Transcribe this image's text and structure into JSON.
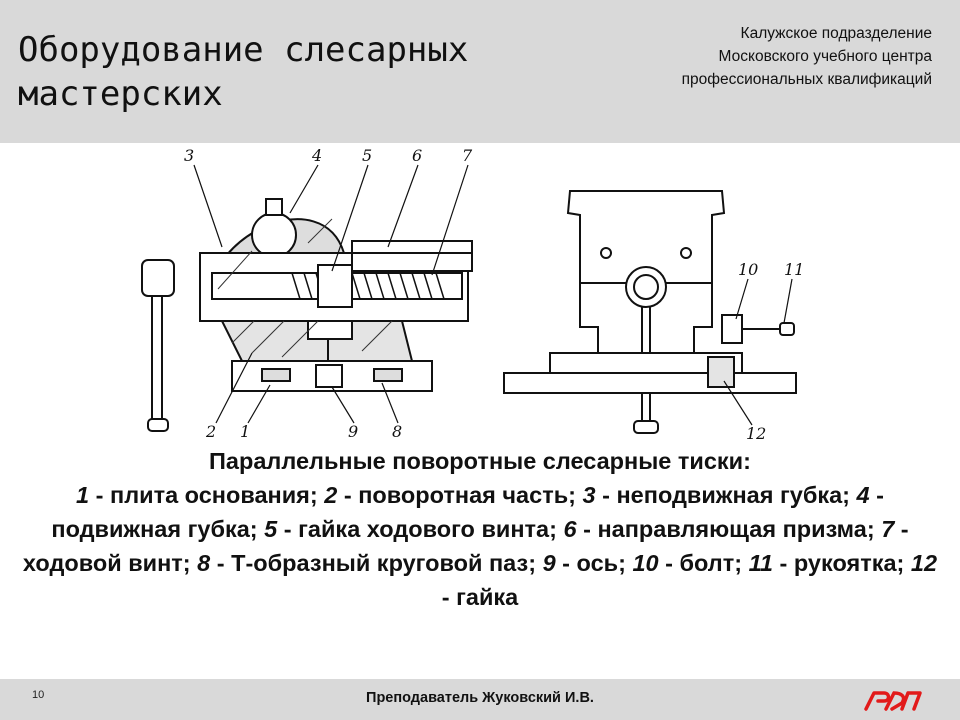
{
  "header": {
    "title_line1": "Оборудование слесарных",
    "title_line2": "мастерских",
    "org_line1": "Калужское подразделение",
    "org_line2": "Московского учебного центра",
    "org_line3": "профессиональных квалификаций"
  },
  "figure": {
    "callouts_left": [
      "3",
      "4",
      "5",
      "6",
      "7",
      "2",
      "1",
      "9",
      "8"
    ],
    "callouts_right": [
      "10",
      "11",
      "12"
    ]
  },
  "caption": {
    "heading": "Параллельные поворотные слесарные тиски:",
    "items": [
      {
        "num": "1",
        "sep": " - ",
        "text": "плита основания;"
      },
      {
        "num": "2",
        "sep": " - ",
        "text": "поворотная часть;"
      },
      {
        "num": "3",
        "sep": " - ",
        "text": "неподвижная губка;"
      },
      {
        "num": "4",
        "sep": " - ",
        "text": "подвижная губка;"
      },
      {
        "num": "5",
        "sep": " - ",
        "text": "гайка ходового винта;"
      },
      {
        "num": "6",
        "sep": " - ",
        "text": "направляющая призма;"
      },
      {
        "num": "7",
        "sep": " - ",
        "text": "ходовой винт;"
      },
      {
        "num": "8",
        "sep": " - ",
        "text": "Т-образный круговой паз;"
      },
      {
        "num": "9",
        "sep": " - ",
        "text": "ось;"
      },
      {
        "num": "10",
        "sep": " - ",
        "text": "болт;"
      },
      {
        "num": "11",
        "sep": " - ",
        "text": "рукоятка;"
      },
      {
        "num": "12",
        "sep": " - ",
        "text": "гайка"
      }
    ]
  },
  "footer": {
    "page_number": "10",
    "teacher": "Преподаватель Жуковский И.В.",
    "logo_color": "#e21a1a"
  }
}
